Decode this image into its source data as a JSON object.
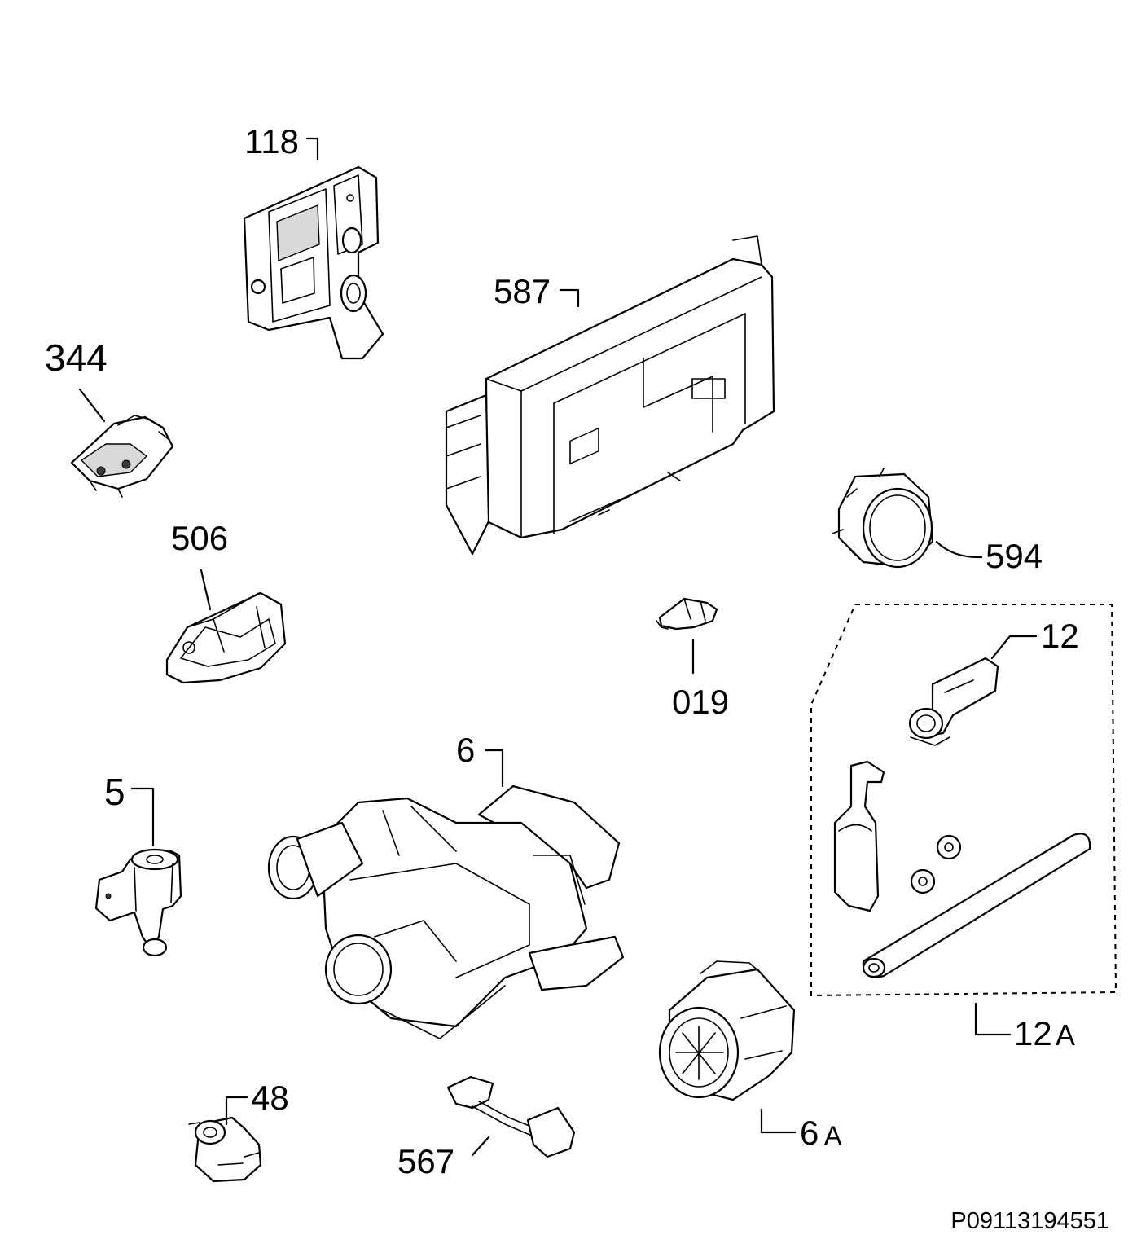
{
  "document_code": "P09113194551",
  "part_labels": {
    "p118": "118",
    "p587": "587",
    "p344": "344",
    "p506": "506",
    "p594": "594",
    "p019": "019",
    "p12": "12",
    "p12a_num": "12",
    "p12a_suf": "A",
    "p6": "6",
    "p5": "5",
    "p6a_num": "6",
    "p6a_suf": "A",
    "p48": "48",
    "p567": "567"
  }
}
